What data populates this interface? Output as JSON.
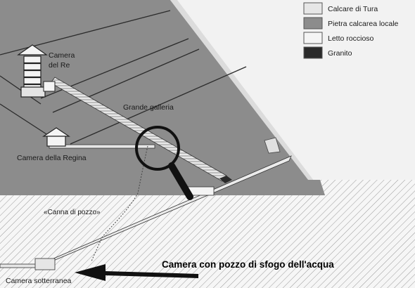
{
  "legend": {
    "items": [
      {
        "label": "Calcare di Tura",
        "color": "#e6e6e6"
      },
      {
        "label": "Pietra calcarea locale",
        "color": "#8c8c8c"
      },
      {
        "label": "Letto roccioso",
        "color": "#f4f4f4"
      },
      {
        "label": "Granito",
        "color": "#2a2a2a"
      }
    ]
  },
  "labels": {
    "kings_chamber_line1": "Camera",
    "kings_chamber_line2": "del Re",
    "grand_gallery": "Grande galleria",
    "queens_chamber": "Camera della Regina",
    "well_shaft": "«Canna di pozzo»",
    "subterranean_chamber": "Camera sotterranea",
    "callout": "Camera con pozzo di sfogo dell'acqua"
  },
  "icons": {
    "magnifier": "magnifier-icon",
    "arrow": "arrow-left-icon"
  }
}
